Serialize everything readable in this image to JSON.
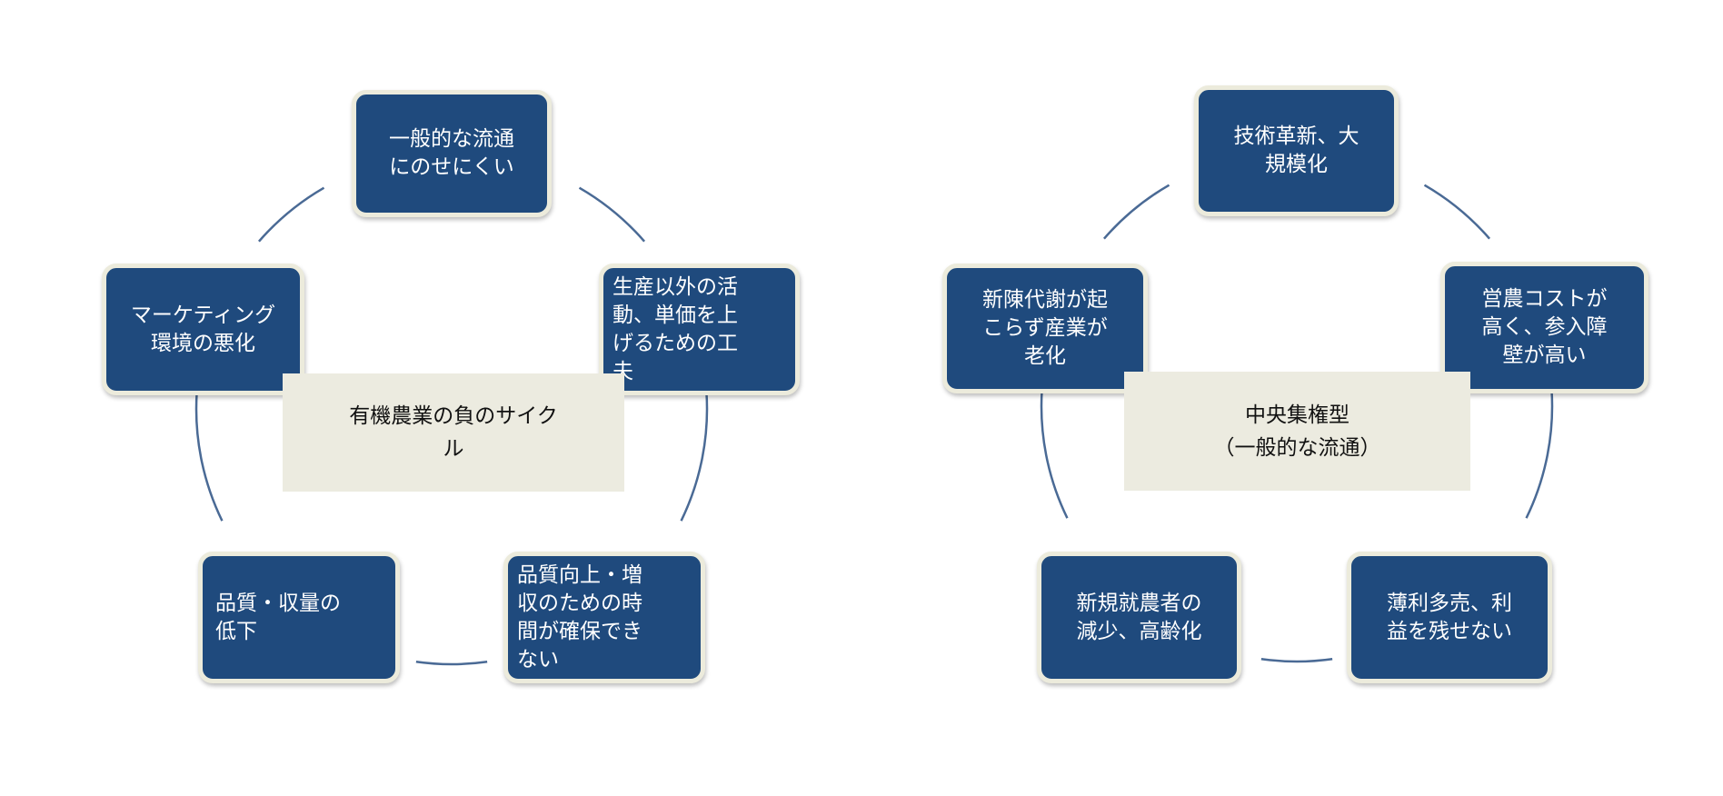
{
  "arc_color": "#4a6a95",
  "box_color": "#1f4a7d",
  "left_cycle": {
    "title": [
      "有機農業の負のサイク",
      "ル"
    ],
    "nodes": [
      [
        "一般的な流通",
        "にのせにくい"
      ],
      [
        "生産以外の活",
        "動、単価を上",
        "げるための工",
        "夫"
      ],
      [
        "品質向上・増",
        "収のための時",
        "間が確保でき",
        "ない"
      ],
      [
        "品質・収量の",
        "低下"
      ],
      [
        "マーケティング",
        "環境の悪化"
      ]
    ]
  },
  "right_cycle": {
    "title": [
      "中央集権型",
      "（一般的な流通）"
    ],
    "nodes": [
      [
        "技術革新、大",
        "規模化"
      ],
      [
        "営農コストが",
        "高く、参入障",
        "壁が高い"
      ],
      [
        "薄利多売、利",
        "益を残せない"
      ],
      [
        "新規就農者の",
        "減少、高齢化"
      ],
      [
        "新陳代謝が起",
        "こらず産業が",
        "老化"
      ]
    ]
  }
}
